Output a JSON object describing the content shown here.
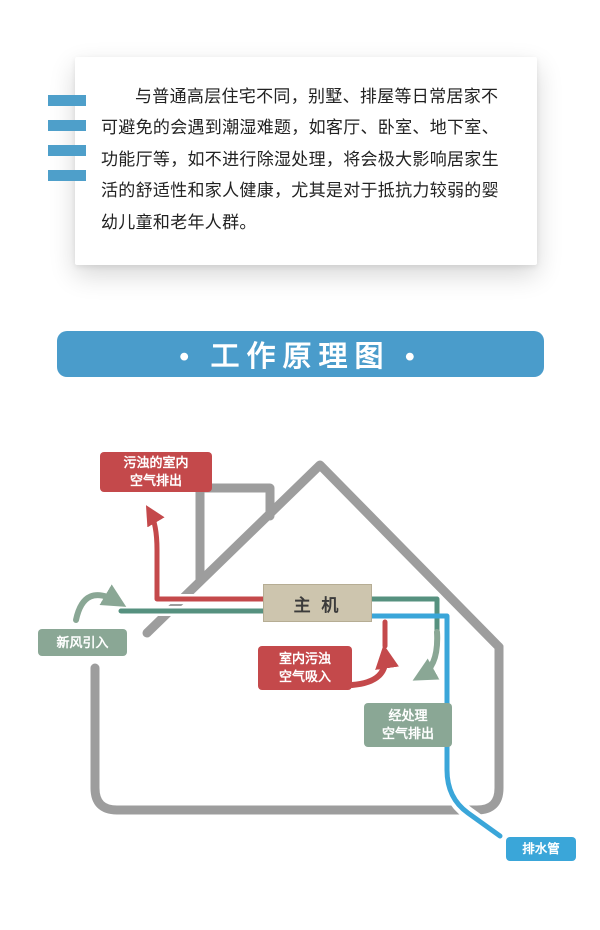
{
  "intro": {
    "paragraph": "与普通高层住宅不同，别墅、排屋等日常居家不可避免的会遇到潮湿难题，如客厅、卧室、地下室、功能厅等，如不进行除湿处理，将会极大影响居家生活的舒适性和家人健康，尤其是对于抵抗力较弱的婴幼儿童和老年人群。"
  },
  "banner": {
    "title": "• 工作原理图 •"
  },
  "diagram": {
    "main_unit_label": "主 机",
    "badges": {
      "exhaust_dirty": "污浊的室内\n空气排出",
      "fresh_air": "新风引入",
      "indoor_suction": "室内污浊\n空气吸入",
      "treated_exhaust": "经处理\n空气排出",
      "drain_pipe": "排水管"
    },
    "colors": {
      "red": "#c4494b",
      "green": "#8aa795",
      "teal": "#56917f",
      "blue": "#3aa6d9",
      "gray": "#9d9d9d",
      "unit_fill": "#cdc5ae",
      "banner_blue": "#4a9ccb",
      "bar_blue": "#4e9fca"
    }
  }
}
